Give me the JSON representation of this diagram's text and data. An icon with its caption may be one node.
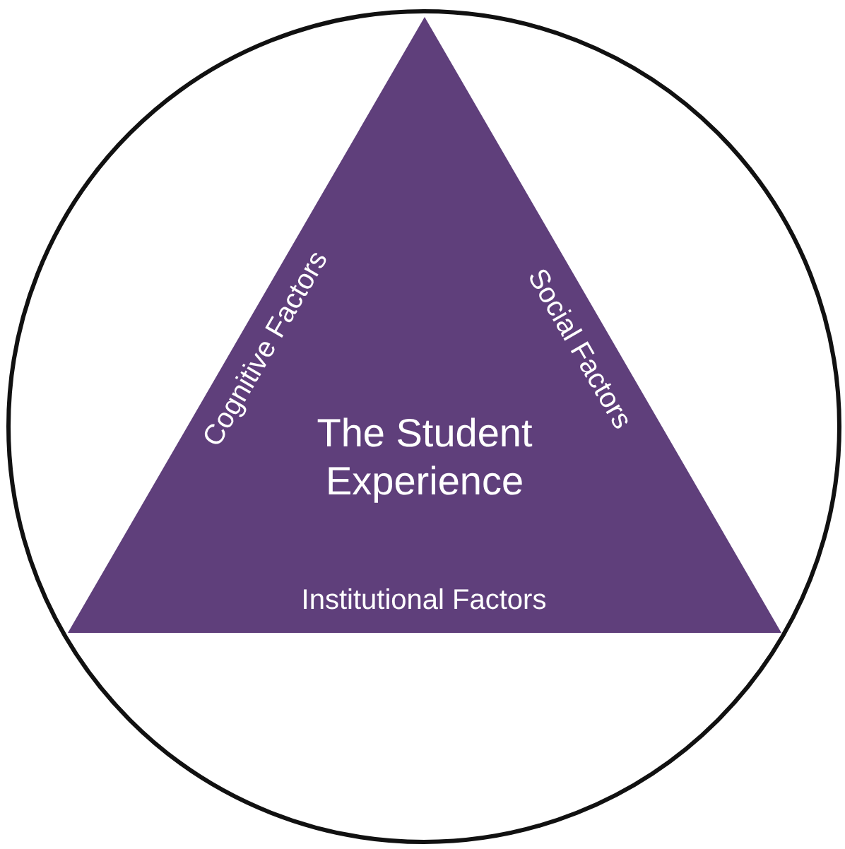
{
  "diagram": {
    "nodes": [
      {
        "text": [],
        "shape": "circle"
      },
      {
        "text": [
          "The Student Experience"
        ],
        "in": 0
      }
    ],
    "labels": [
      "Cognitive Factors",
      "Social Factors",
      "Institutional Factors"
    ]
  }
}
